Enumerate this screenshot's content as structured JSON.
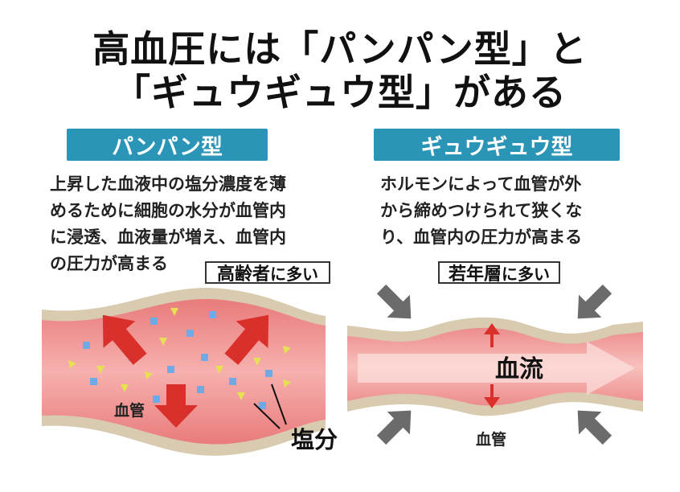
{
  "title": {
    "line1": "高血圧には「パンパン型」と",
    "line2": "「ギュウギュウ型」がある"
  },
  "left": {
    "heading": "パンパン型",
    "desc_lines": [
      "上昇した血液中の塩分濃度を薄",
      "めるために細胞の水分が血管内",
      "に浸透、血液量が増え、血管内",
      "の圧力が高まる"
    ],
    "badge_strong": "高齢者",
    "badge_rest": "に多い",
    "label_vessel": "血管",
    "label_salt": "塩分"
  },
  "right": {
    "heading": "ギュウギュウ型",
    "desc_lines": [
      "ホルモンによって血管が外",
      "から締めつけられて狭くな",
      "り、血管内の圧力が高まる"
    ],
    "badge_strong": "若年層",
    "badge_rest": "に多い",
    "label_flow": "血流",
    "label_vessel": "血管"
  },
  "colors": {
    "heading_bg": "#2a95b6",
    "vessel_wall": "#d9cbb0",
    "blood": "#ef8f8f",
    "arrow_red": "#d9302b",
    "arrow_gray": "#6b6b6b",
    "salt_blue": "#6fa9e6",
    "salt_yellow": "#e6e052"
  }
}
